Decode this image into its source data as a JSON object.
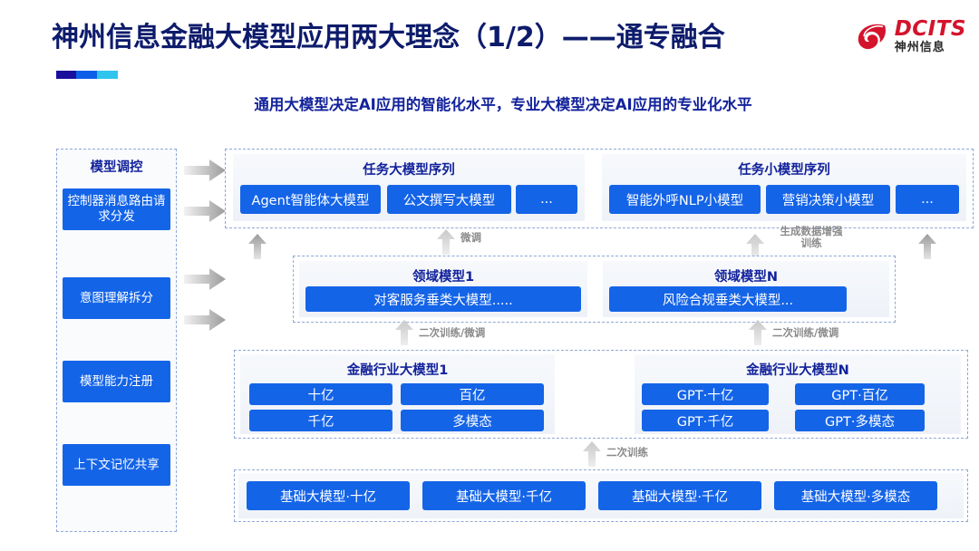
{
  "header": {
    "title": "神州信息金融大模型应用两大理念（1/2）——通专融合",
    "subtitle": "通用大模型决定AI应用的智能化水平，专业大模型决定AI应用的专业化水平",
    "accent_colors": [
      "#1a0f9c",
      "#0d5fe8",
      "#2ec4ec"
    ],
    "title_color": "#0d1b6b",
    "subtitle_color": "#12229b"
  },
  "logo": {
    "mark": "dcits-swirl-logo",
    "name_en": "DCITS",
    "name_cn": "神州信息",
    "color_red": "#d4132c",
    "color_cn": "#2a2a2a"
  },
  "left_panel": {
    "title": "模型调控",
    "items": [
      {
        "label": "控制器消息路由请求分发"
      },
      {
        "label": "意图理解拆分"
      },
      {
        "label": "模型能力注册"
      },
      {
        "label": "上下文记忆共享"
      }
    ],
    "arrows": [
      {
        "name": "flow-arrow-1"
      },
      {
        "name": "flow-arrow-2"
      },
      {
        "name": "flow-arrow-3"
      },
      {
        "name": "flow-arrow-4"
      }
    ]
  },
  "layers": {
    "task_models": {
      "left": {
        "title": "任务大模型序列",
        "chips": [
          "Agent智能体大模型",
          "公文撰写大模型",
          "..."
        ]
      },
      "right": {
        "title": "任务小模型序列",
        "chips": [
          "智能外呼NLP小模型",
          "营销决策小模型",
          "..."
        ]
      }
    },
    "domain_models": {
      "left": {
        "title": "领域模型1",
        "chip": "对客服务垂类大模型....."
      },
      "right": {
        "title": "领域模型N",
        "chip": "风险合规垂类大模型..."
      }
    },
    "industry_models": {
      "left": {
        "title": "金融行业大模型1",
        "chips": [
          "十亿",
          "百亿",
          "千亿",
          "多模态"
        ]
      },
      "right": {
        "title": "金融行业大模型N",
        "chips": [
          "GPT·十亿",
          "GPT·百亿",
          "GPT·千亿",
          "GPT·多模态"
        ]
      }
    },
    "foundation_models": {
      "chips": [
        "基础大模型·十亿",
        "基础大模型·千亿",
        "基础大模型·千亿",
        "基础大模型·多模态"
      ]
    }
  },
  "arrow_labels": {
    "finetune_left": "微调",
    "gen_data_aug": "生成数据增强\n训练",
    "retrain_finetune_left": "二次训练/微调",
    "retrain_finetune_right": "二次训练/微调",
    "retrain_bottom": "二次训练"
  },
  "colors": {
    "chip_blue": "#1464e8",
    "dash_border": "#8fa8d8",
    "arrow_gray": "#b8b8b8",
    "card_bg": "#f2f5fa"
  }
}
